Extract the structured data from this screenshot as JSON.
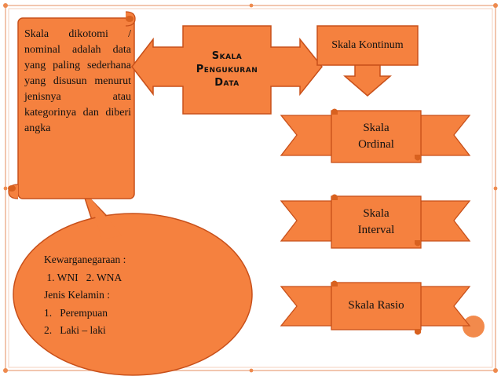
{
  "scroll_note": {
    "text": "Skala dikotomi / nominal adalah data yang paling sederhana yang disusun menurut jenisnya atau kategorinya dan diberi angka"
  },
  "center_box": {
    "label": "Skala Pengukuran Data"
  },
  "kontinum": {
    "label": "Skala Kontinum"
  },
  "ribbons": [
    {
      "line1": "Skala",
      "line2": "Ordinal"
    },
    {
      "line1": "Skala",
      "line2": "Interval"
    },
    {
      "line1": "Skala Rasio"
    }
  ],
  "callout": {
    "lines": [
      "Kewarganegaraan :",
      " 1. WNI   2. WNA",
      "Jenis Kelamin :",
      "1.   Perempuan",
      "2.   Laki – laki"
    ]
  },
  "colors": {
    "orange": "#f5813f",
    "orange_dark": "#c8501a",
    "frame_line": "#e8a07a",
    "frame_dot": "#ee8a4e"
  }
}
